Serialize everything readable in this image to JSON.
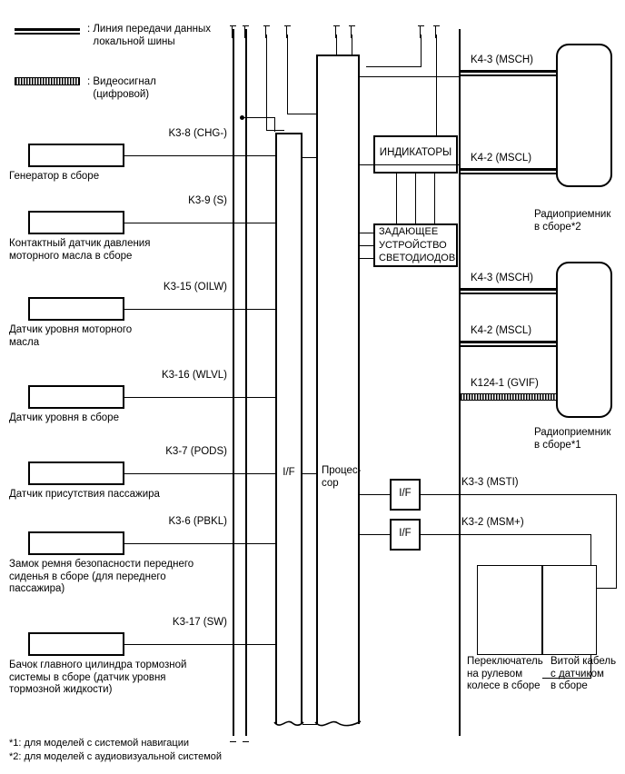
{
  "legend": {
    "bus_symbol_name": "local-bus-data-line-symbol",
    "bus_text": ": Линия передачи данных\n  локальной шины",
    "video_symbol_name": "video-signal-symbol",
    "video_text": ": Видеосигнал\n  (цифровой)"
  },
  "footnotes": [
    "*1: для моделей с системой навигации",
    "*2: для моделей с аудиовизуальной системой"
  ],
  "center": {
    "interface_label": "I/F",
    "processor_label": "Процес-\nсор",
    "indicators_label": "ИНДИКАТОРЫ",
    "led_driver_label": "ЗАДАЮЩЕЕ\nУСТРОЙСТВО\nСВЕТОДИОДОВ",
    "if_right_top_label": "I/F",
    "if_right_bottom_label": "I/F"
  },
  "left_components": [
    {
      "signal": "K3-8 (CHG-)",
      "name": "Генератор в сборе"
    },
    {
      "signal": "K3-9 (S)",
      "name": "Контактный датчик давления\nмоторного масла в сборе"
    },
    {
      "signal": "K3-15 (OILW)",
      "name": "Датчик уровня моторного\nмасла"
    },
    {
      "signal": "K3-16 (WLVL)",
      "name": "Датчик уровня в сборе"
    },
    {
      "signal": "K3-7 (PODS)",
      "name": "Датчик присутствия пассажира"
    },
    {
      "signal": "K3-6 (PBKL)",
      "name": "Замок ремня безопасности переднего\nсиденья в сборе (для переднего\nпассажира)"
    },
    {
      "signal": "K3-17 (SW)",
      "name": "Бачок главного цилиндра тормозной\nсистемы в сборе (датчик уровня\nтормозной жидкости)"
    }
  ],
  "right_signals": {
    "radio2_msch": "K4-3 (MSCH)",
    "radio2_mscl": "K4-2 (MSCL)",
    "radio1_msch": "K4-3 (MSCH)",
    "radio1_mscl": "K4-2 (MSCL)",
    "radio1_gvif": "K124-1 (GVIF)",
    "msti": "K3-3 (MSTI)",
    "msm": "K3-2 (MSM+)"
  },
  "right_components": {
    "radio_av": "Радиоприемник\nв сборе*2",
    "radio_nav": "Радиоприемник\nв сборе*1",
    "steering_switch": "Переключатель\nна рулевом\nколесе в сборе",
    "spiral_cable": "Витой кабель\nс датчиком\nв сборе"
  },
  "colors": {
    "line": "#000000",
    "background": "#ffffff"
  }
}
